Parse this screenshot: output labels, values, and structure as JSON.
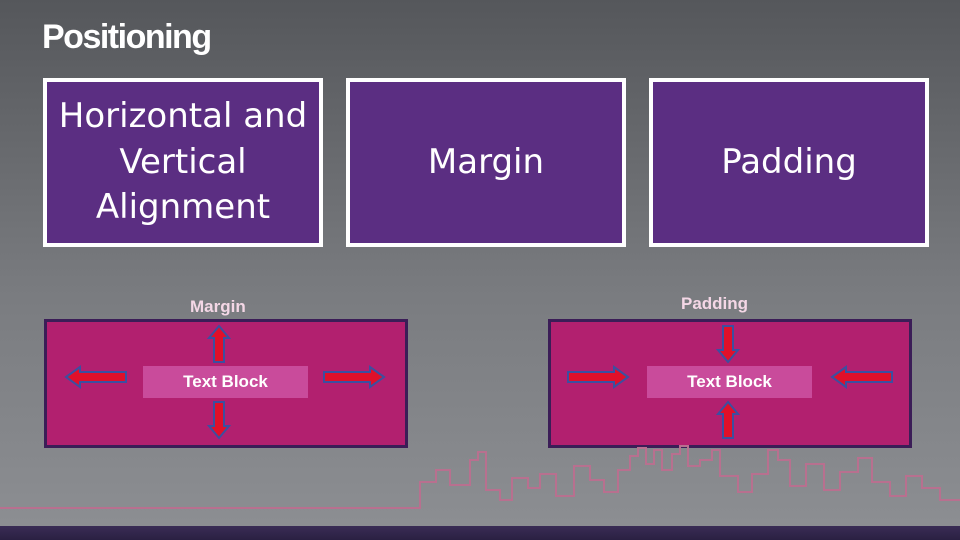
{
  "slide": {
    "title": "Positioning",
    "tiles": [
      {
        "lines": [
          "Horizontal and",
          "Vertical",
          "Alignment"
        ]
      },
      {
        "lines": [
          "Margin"
        ]
      },
      {
        "lines": [
          "Padding"
        ]
      }
    ],
    "margin_diagram": {
      "caption": "Margin",
      "text_block": "Text Block"
    },
    "padding_diagram": {
      "caption": "Padding",
      "text_block": "Text Block"
    }
  },
  "colors": {
    "tile_fill": "#5b2e82",
    "tile_border": "#ffffff",
    "panel_fill": "#b2206f",
    "text_block_fill": "#c94b9b",
    "arrow_fill": "#e0102a",
    "arrow_outline": "#3c4fa0"
  },
  "icons": [
    "arrow-left-icon",
    "arrow-right-icon",
    "arrow-up-icon",
    "arrow-down-icon"
  ]
}
